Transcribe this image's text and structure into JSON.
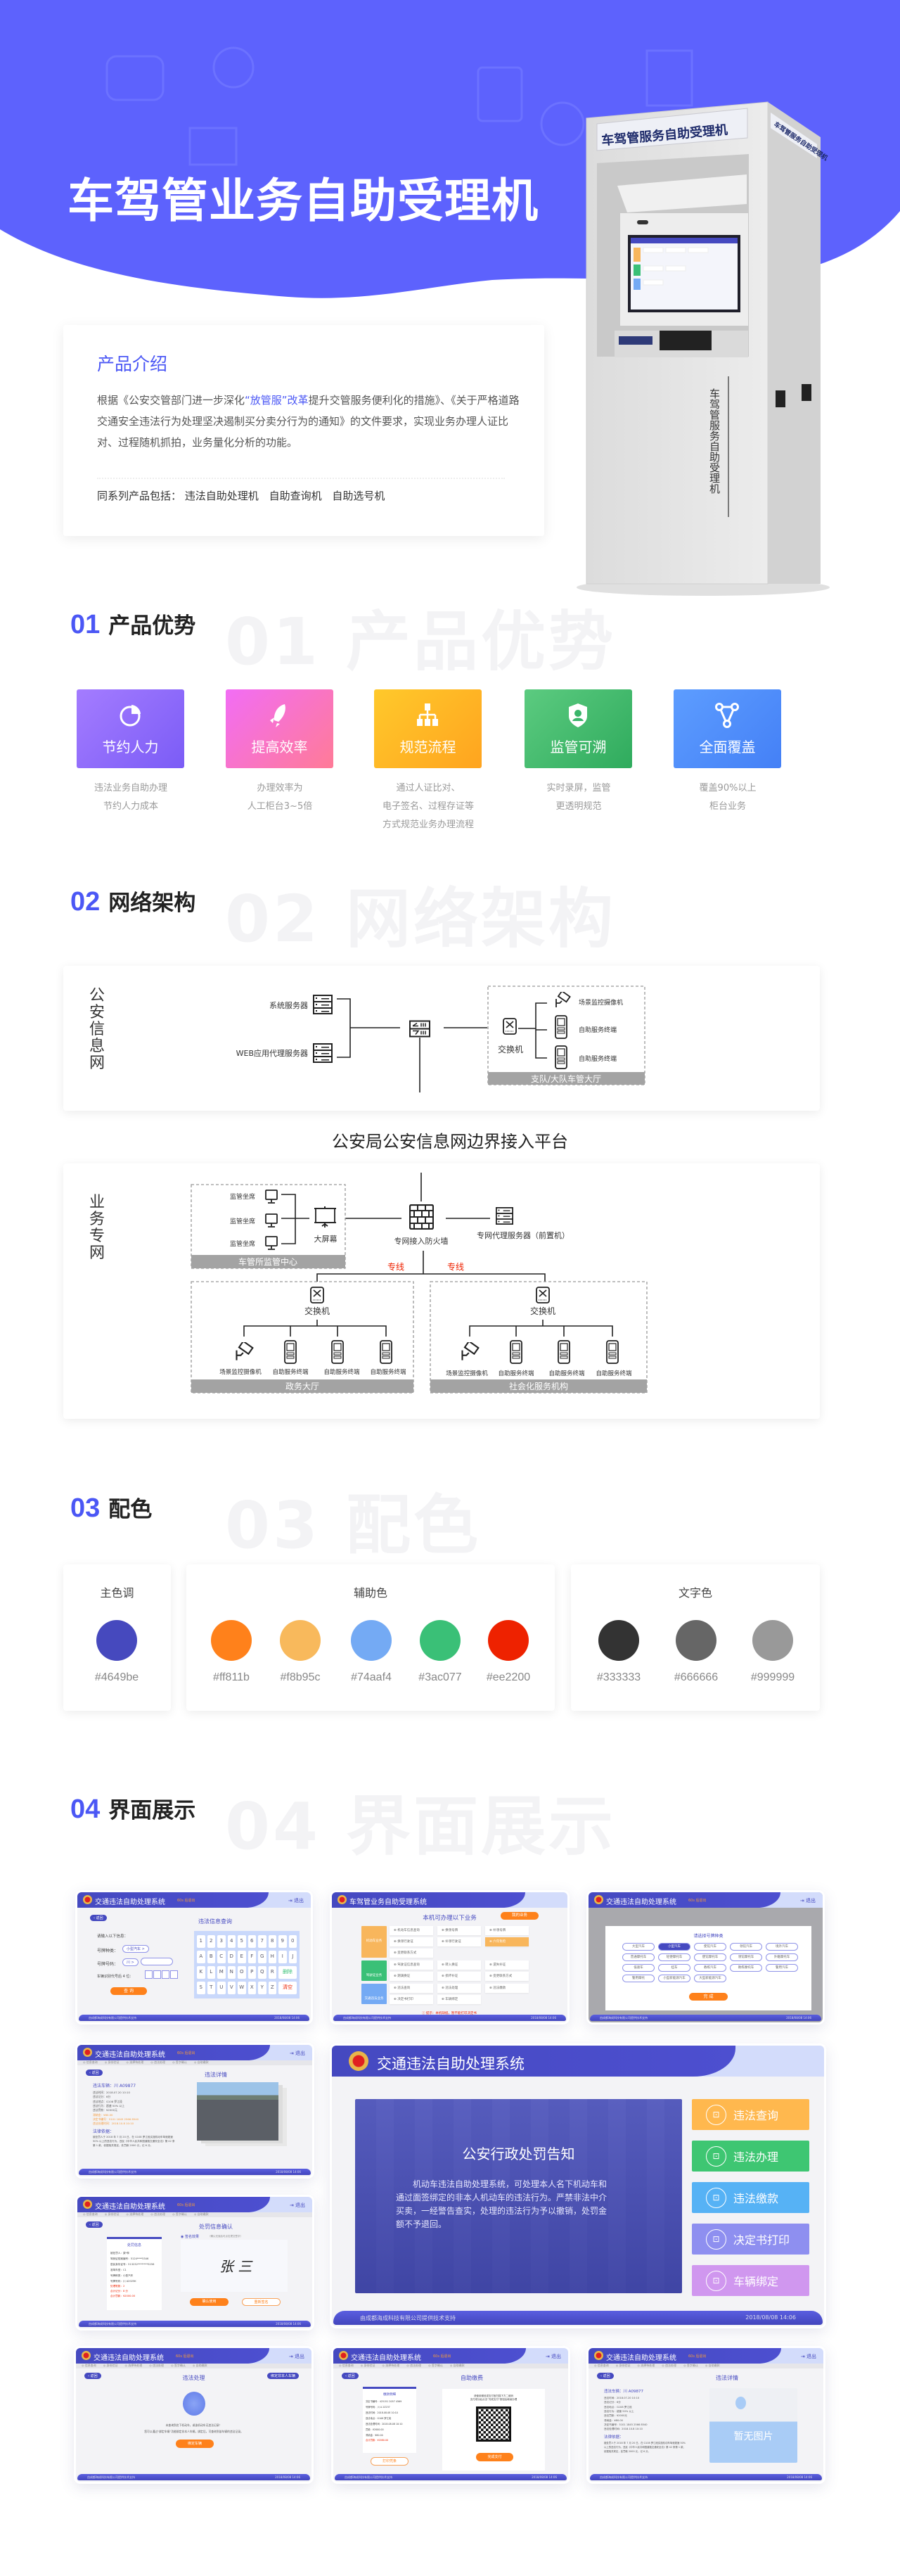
{
  "hero": {
    "title": "车驾管业务自助受理机",
    "kiosk_sign": "车驾管服务自助受理机",
    "kiosk_side_sign": "车驾管服务自助受理机",
    "kiosk_side_text": "车驾管服务自助受理机",
    "brand_color": "#5d62fd"
  },
  "intro": {
    "heading": "产品介绍",
    "body": [
      {
        "text": "根据《公安交管部门进一步深化",
        "highlight": false
      },
      {
        "text": "“放管服”改革",
        "highlight": true
      },
      {
        "text": "提升交管服务便利化的措施》、《关于严格道路交通安全违法行为处理坚决遏制买分卖分行为的通知》的文件要求，实现业务办理人证比对、过程随机抓拍，业务量化分析的功能。",
        "highlight": false
      }
    ],
    "series_label": "同系列产品包括：",
    "series": [
      "违法自助处理机",
      "自助查询机",
      "自助选号机"
    ]
  },
  "sections": [
    {
      "num": "01",
      "title": "产品优势",
      "watermark": "01 产品优势"
    },
    {
      "num": "02",
      "title": "网络架构",
      "watermark": "02 网络架构"
    },
    {
      "num": "03",
      "title": "配色",
      "watermark": "03 配色"
    },
    {
      "num": "04",
      "title": "界面展示",
      "watermark": "04 界面展示"
    }
  ],
  "advantages": [
    {
      "label": "节约人力",
      "icon": "pie-chart-icon",
      "from": "#a47cff",
      "to": "#7b5cf6",
      "desc": [
        "违法业务自助办理",
        "节约人力成本"
      ]
    },
    {
      "label": "提高效率",
      "icon": "rocket-icon",
      "from": "#f26df5",
      "to": "#ff7b97",
      "desc": [
        "办理效率为",
        "人工柜台3~5倍"
      ]
    },
    {
      "label": "规范流程",
      "icon": "hierarchy-icon",
      "from": "#ffc92b",
      "to": "#ffa41f",
      "desc": [
        "通过人证比对、",
        "电子签名、过程存证等",
        "方式规范业务办理流程"
      ]
    },
    {
      "label": "监管可溯",
      "icon": "shield-user-icon",
      "from": "#5ccb80",
      "to": "#2fab5d",
      "desc": [
        "实时录屏，监管",
        "更透明规范"
      ]
    },
    {
      "label": "全面覆盖",
      "icon": "network-nodes-icon",
      "from": "#5d9dff",
      "to": "#4480f6",
      "desc": [
        "覆盖90%以上",
        "柜台业务"
      ]
    }
  ],
  "network": {
    "top_side_label": "公安信息网",
    "system_server": "系统服务器",
    "web_proxy_server": "WEB应用代理服务器",
    "switch": "交换机",
    "camera": "场景监控摄像机",
    "terminal": "自助服务终端",
    "branch_hall": "支队/大队车管大厅",
    "platform_title": "公安局公安信息网边界接入平台",
    "bottom_side_label": "业务专网",
    "seat": "监管坐席",
    "big_screen": "大屏幕",
    "center": "车管所监管中心",
    "firewall": "专网接入防火墙",
    "proxy_front": "专网代理服务器（前置机）",
    "dedicated_line": "专线",
    "gov_hall": "政务大厅",
    "social_org": "社会化服务机构",
    "line_color": "#ee2200"
  },
  "palette": {
    "groups": [
      {
        "label": "主色调",
        "colors": [
          "#4649be"
        ]
      },
      {
        "label": "辅助色",
        "colors": [
          "#ff811b",
          "#f8b95c",
          "#74aaf4",
          "#3ac077",
          "#ee2200"
        ]
      },
      {
        "label": "文字色",
        "colors": [
          "#333333",
          "#666666",
          "#999999"
        ]
      }
    ]
  },
  "screens": {
    "common": {
      "violation_system": "交通违法自助处理系统",
      "vehicle_system": "车驾管业务自助受理系统",
      "countdown": "60s 后退出",
      "exit": "退出",
      "back": "返回",
      "footer_left": "由成都海成科技有限公司提供技术支持",
      "footer_right": "2018/08/08 14:06",
      "steps": [
        "信息查询",
        "身份验证",
        "选择待处理",
        "违法处理",
        "签字确认",
        "自助缴款"
      ]
    },
    "query": {
      "title": "违法信息查询",
      "prompt": "请输入以下信息：",
      "plate_type_label": "号牌种类：",
      "plate_type": "小型汽车 >",
      "plate_no_label": "号牌号码：",
      "plate_prefix": "川 >",
      "vin_label": "车辆识别代号后 4 位：",
      "submit": "查 询",
      "keys": [
        "1",
        "2",
        "3",
        "4",
        "5",
        "6",
        "7",
        "8",
        "9",
        "0",
        "A",
        "B",
        "C",
        "D",
        "E",
        "F",
        "G",
        "H",
        "I",
        "J",
        "K",
        "L",
        "M",
        "N",
        "O",
        "P",
        "Q",
        "R",
        "S",
        "T",
        "U",
        "V",
        "W",
        "X",
        "Y",
        "Z"
      ],
      "delete": "删除",
      "clear": "清空"
    },
    "services": {
      "title": "本机可办理以下业务",
      "my_business": "我的业务",
      "categories": [
        {
          "name": "机动车业务",
          "color": "#f8b65c",
          "items": [
            "机动车信息查询",
            "换领号牌",
            "补领号牌",
            "换领行驶证",
            "补领行驶证",
            "六年免检",
            "变更联系方式"
          ],
          "active": "六年免检"
        },
        {
          "name": "驾驶证业务",
          "color": "#3ac077",
          "items": [
            "驾驶证信息查询",
            "转入换证",
            "遗失补证",
            "期满换证",
            "损坏补证",
            "变更联系方式"
          ]
        },
        {
          "name": "交通违法业务",
          "color": "#74aaf4",
          "items": [
            "违法查询",
            "违法处理",
            "违法缴款",
            "决定书打印",
            "车辆绑定"
          ]
        }
      ],
      "tip": "提示：本机缺纸，暂不能打印决定书"
    },
    "plates": {
      "title": "请选择号牌种类",
      "options": [
        "大型汽车",
        "小型汽车",
        "使馆汽车",
        "领馆汽车",
        "境外汽车",
        "普通摩托车",
        "轻便摩托车",
        "使馆摩托车",
        "领馆摩托车",
        "外籍摩托车",
        "低速车",
        "挂车",
        "教练汽车",
        "教练摩托车",
        "警用汽车",
        "警用摩托",
        "小型新能源汽车",
        "大型新能源汽车"
      ],
      "selected": "小型汽车",
      "done": "完 成"
    },
    "detail": {
      "title": "违法详情",
      "vehicle": "违法车辆：川 A09877",
      "fields": [
        "违法时间：2018.07.20 10:10",
        "违法记分：6分",
        "违法地点：G108 罗江段",
        "违法行为：超速 50% 以上",
        "违法罚款：¥2000元",
        "滞纳金：¥80.00",
        "决定书编号：5101 1845 2566 8540",
        "违法处理时间：2018.10.8 10:10"
      ],
      "basis_title": "法律依据：",
      "basis": "被处罚人于 2018 年 7 月 20 日，在 G108 罗江段实施机动车驾驶超速 50% 以上的违法行为，违反《中华人民共和国道路交通安全法》第 42 条第 1 款，依据相关规定，处罚款 2000 元，记 6 分。",
      "no_image": "暂无图片"
    },
    "confirm": {
      "title": "处罚信息确认",
      "slip_title": "处罚信息",
      "fields": [
        "被处罚人：梁*林",
        "驾驶证档案编号：5124****5346",
        "居民身份证号：513232********5256",
        "准驾车型：C1",
        "号牌种类：小型汽车",
        "号牌号码：川 A2025K"
      ],
      "totals": [
        "处理笔数：2",
        "合计记分：8 分",
        "合计罚款：¥2000.00"
      ],
      "sign_label": "签名效果",
      "sign_hint": "（确认无误后可点击提交签字）",
      "signature": "张 三",
      "confirm": "确认使用",
      "resign": "重新签名"
    },
    "home": {
      "notice_title": "公安行政处罚告知",
      "notice_body": "机动车违法自助处理系统，可处理本人名下机动车和通过面签绑定的非本人机动车的违法行为。严禁非法中介买卖，一经警告查实，处理的违法行为予以撤销，处罚金额不予退回。",
      "buttons": [
        {
          "label": "违法查询",
          "color": "#ffb84e"
        },
        {
          "label": "违法办理",
          "color": "#3ec672"
        },
        {
          "label": "违法缴款",
          "color": "#56b2f5"
        },
        {
          "label": "决定书打印",
          "color": "#8e8ff0"
        },
        {
          "label": "车辆绑定",
          "color": "#d097ef"
        }
      ]
    },
    "handle": {
      "title": "违法处理",
      "bind_other": "绑定非本人车辆",
      "msg1": "未查询到名下机动车，或该机动车无违法记录！",
      "msg2": "您可以通过“绑定车辆”功能绑定非本人车辆，绑定后，可查询到该车辆的违法记录。",
      "bind": "绑定车辆"
    },
    "pay": {
      "title": "自助缴费",
      "slip_title": "缴款明细",
      "fields": [
        "决定书编号：425151 2057 4569",
        "号牌号码：川 A 2Z237",
        "违法时间：2018.08.08 10:10",
        "违法地点：G108 罗江段",
        "违法处理时间：2018.08.08 10:10",
        "罚款：¥2000.00",
        "滞纳金：¥80.00"
      ],
      "total": "合计罚款：¥2080.00",
      "print": "打印凭条",
      "scan_hint1": "请使用微信或支付宝扫描下方二维码",
      "scan_hint2": "支付成功后点击“完成支付”按钮后继续办理",
      "finish": "完成支付"
    }
  }
}
